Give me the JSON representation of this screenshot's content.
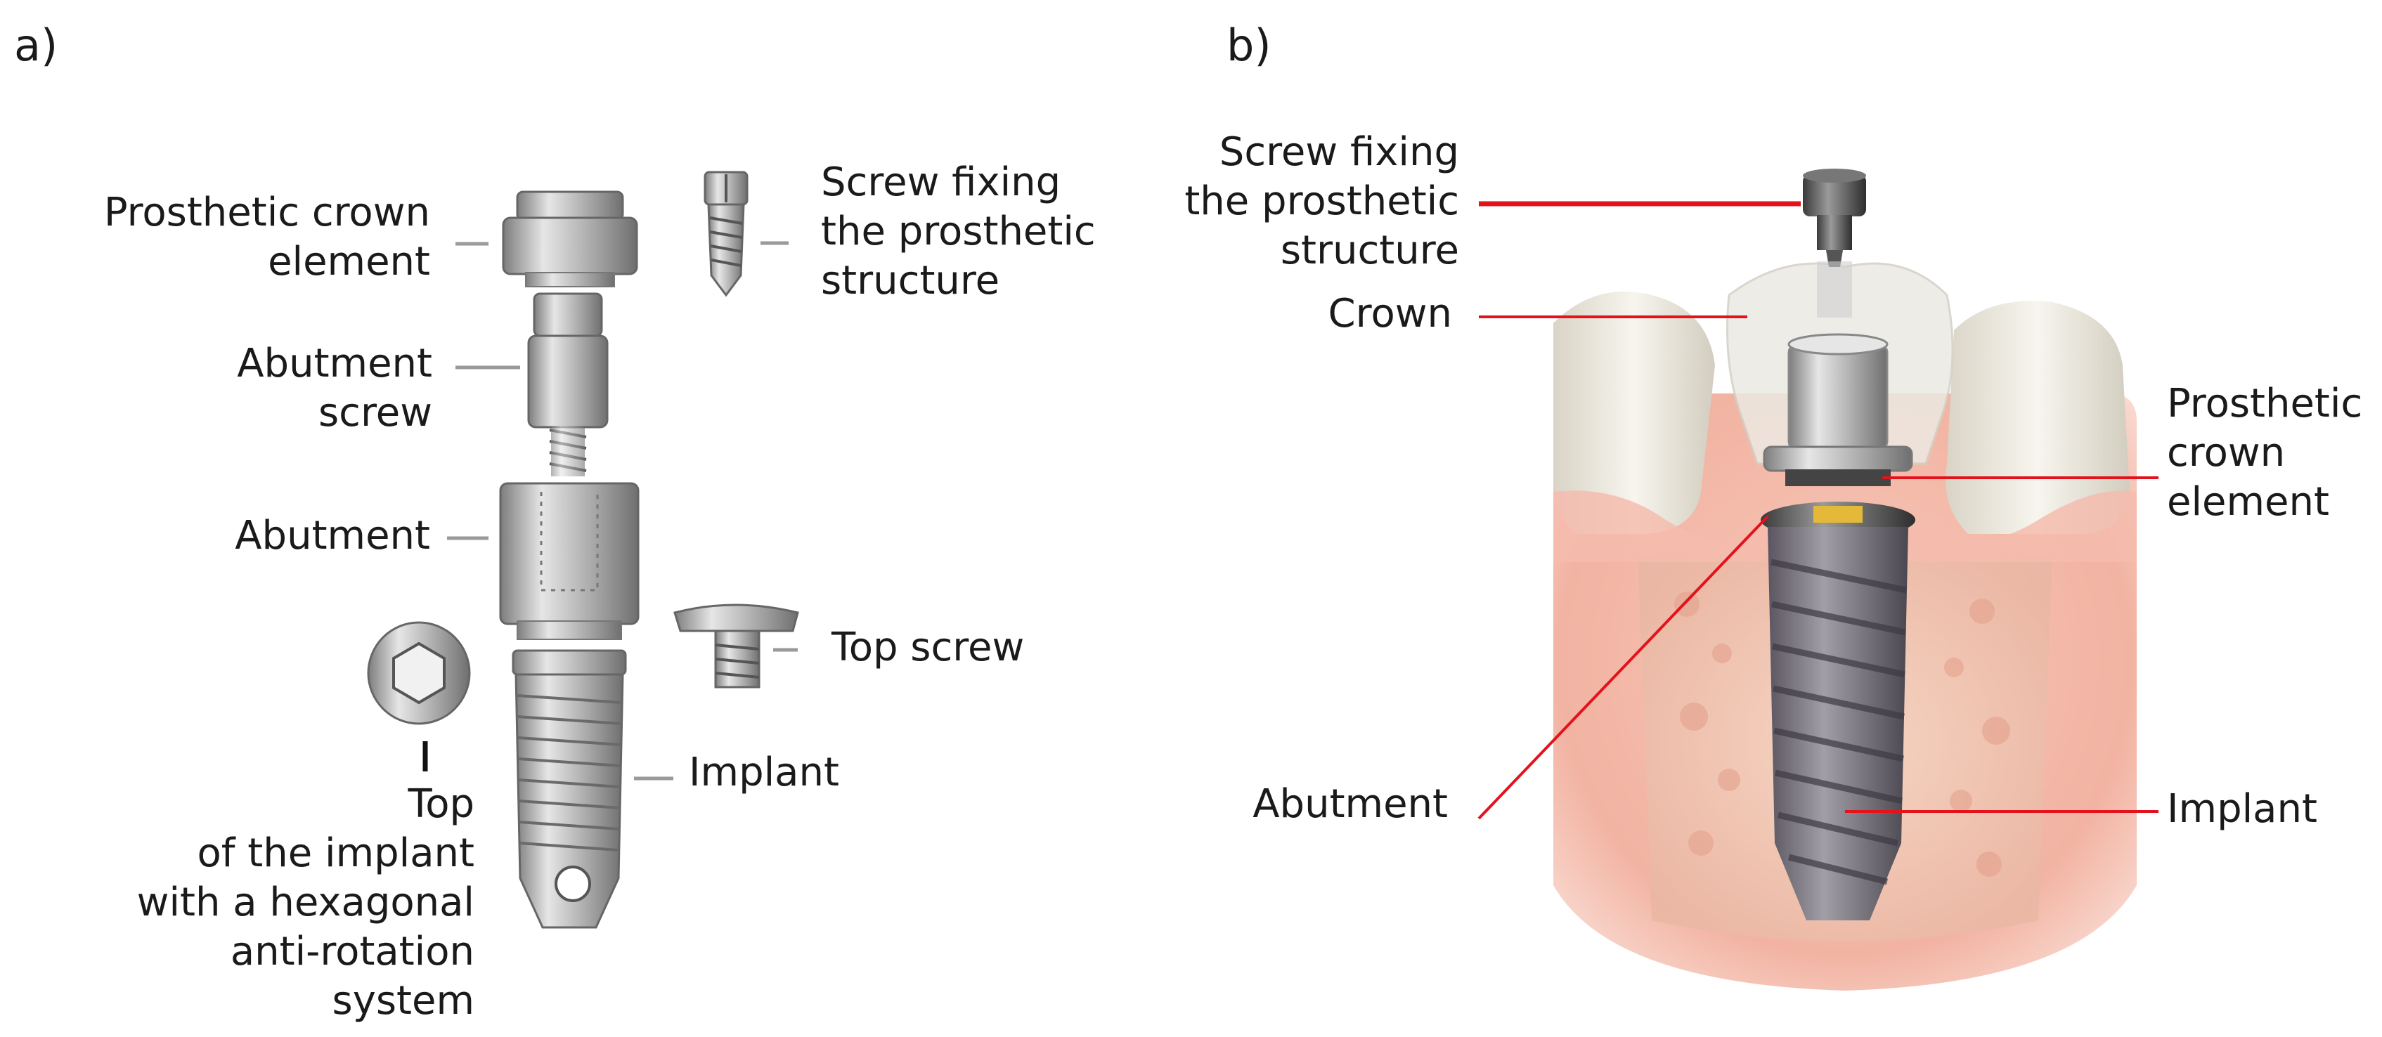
{
  "panel_a": {
    "tag": "a)",
    "labels": {
      "crown_element": "Prosthetic crown\nelement",
      "screw_fixing": "Screw fixing\nthe prosthetic\nstructure",
      "abutment_screw": "Abutment\nscrew",
      "abutment": "Abutment",
      "top_screw": "Top screw",
      "implant": "Implant",
      "implant_top": "Top\nof the implant\nwith a hexagonal\nanti-rotation\nsystem"
    }
  },
  "panel_b": {
    "tag": "b)",
    "labels": {
      "screw_fixing": "Screw fixing\nthe prosthetic\nstructure",
      "crown": "Crown",
      "crown_element": "Prosthetic\ncrown\nelement",
      "abutment": "Abutment",
      "implant": "Implant"
    }
  },
  "colors": {
    "leader_gray": "#9a9a9a",
    "leader_red": "#e3121b",
    "metal": "#b9b9b9",
    "gum": "#f3b6a6",
    "tooth": "#f2efe6"
  }
}
